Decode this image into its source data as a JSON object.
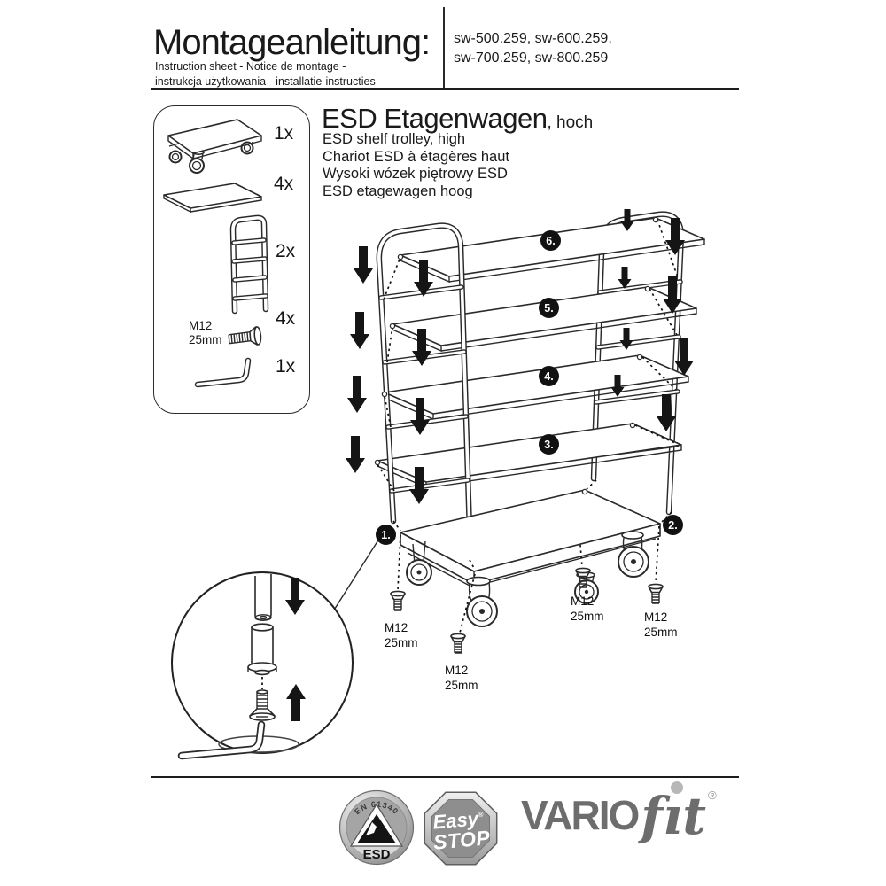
{
  "header": {
    "title": "Montageanleitung:",
    "codes1": "sw-500.259, sw-600.259,",
    "codes2": "sw-700.259, sw-800.259",
    "sub1": "Instruction sheet - Notice de montage -",
    "sub2": "instrukcja użytkowania - installatie-instructies"
  },
  "product": {
    "title": "ESD Etagenwagen",
    "title_suffix": ", hoch",
    "lang_en": "ESD shelf trolley, high",
    "lang_fr": "Chariot ESD à étagères haut",
    "lang_pl": "Wysoki wózek piętrowy ESD",
    "lang_nl": "ESD etagewagen hoog"
  },
  "parts": {
    "items": [
      {
        "id": "base-platform-with-casters",
        "qty": "1x"
      },
      {
        "id": "shelf-board",
        "qty": "4x"
      },
      {
        "id": "side-ladder-frame",
        "qty": "2x"
      },
      {
        "id": "countersunk-screw",
        "qty": "4x",
        "label1": "M12",
        "label2": "25mm"
      },
      {
        "id": "allen-key",
        "qty": "1x"
      }
    ]
  },
  "diagram": {
    "callouts": {
      "n1": "1.",
      "n2": "2.",
      "n3": "3.",
      "n4": "4.",
      "n5": "5.",
      "n6": "6."
    },
    "screw_labels": [
      {
        "l1": "M12",
        "l2": "25mm"
      },
      {
        "l1": "M12",
        "l2": "25mm"
      },
      {
        "l1": "M12",
        "l2": "25mm"
      },
      {
        "l1": "M12",
        "l2": "25mm"
      }
    ]
  },
  "footer": {
    "esd": {
      "standard": "EN 61340",
      "label": "ESD"
    },
    "easystop": {
      "word1": "Easy",
      "word2": "STOP",
      "reg": "®"
    },
    "brand": {
      "vario": "VARIO",
      "fit": "fıt",
      "reg": "®"
    }
  },
  "colors": {
    "ink": "#1a1a1a",
    "logo_grey": "#6d6d6d",
    "badge_grey": "#8e8e8e",
    "dot_grey": "#b7b7b7"
  }
}
